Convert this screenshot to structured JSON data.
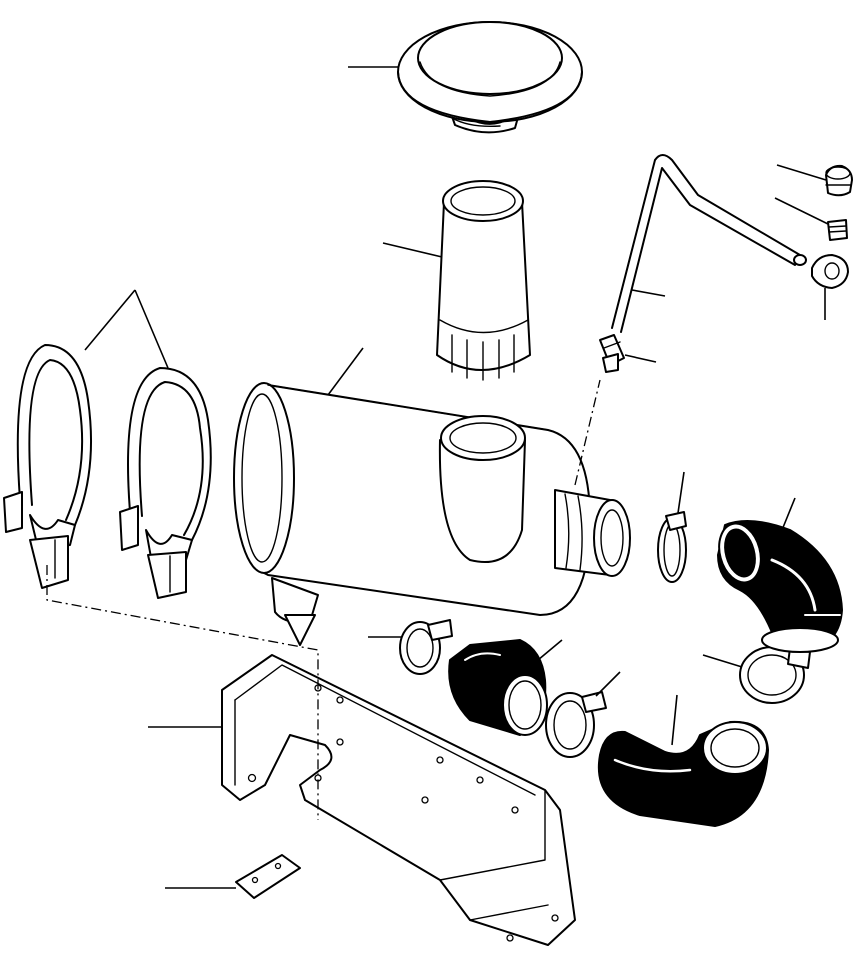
{
  "diagram": {
    "type": "exploded parts illustration",
    "line_color": "#000000",
    "background": "#ffffff",
    "parts": [
      "precleaner-cap",
      "filter-element",
      "air-cleaner-housing",
      "mounting-bands",
      "mounting-bracket",
      "spacer-plate",
      "intake-tube",
      "fitting",
      "restriction-indicator",
      "washer",
      "banjo-fitting",
      "hose-clamps",
      "outlet-elbow-upper",
      "outlet-elbow-lower",
      "reducer-hose",
      "vacuator-valve"
    ]
  }
}
